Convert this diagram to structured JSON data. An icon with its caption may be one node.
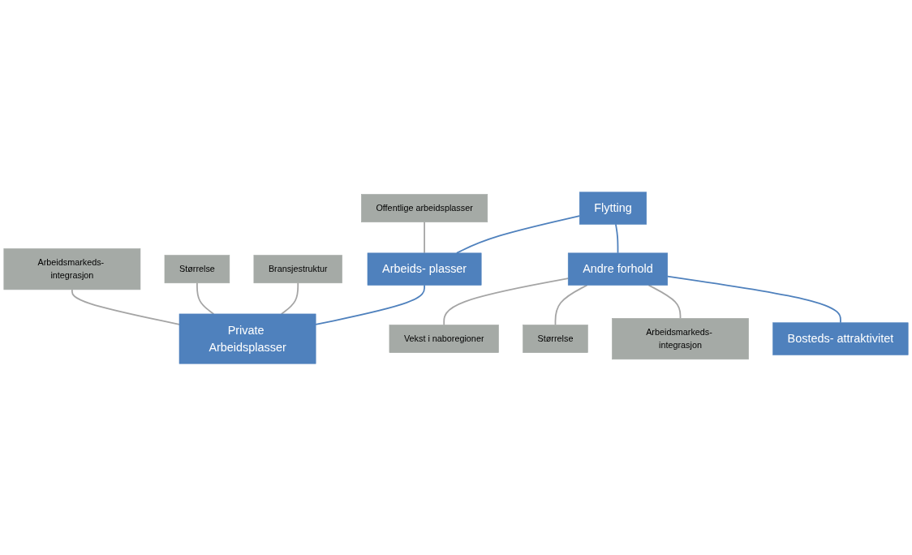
{
  "diagram": {
    "nodes": [
      {
        "text": [
          "Flytting"
        ]
      },
      {
        "text": [
          "Arbeids- plasser"
        ]
      },
      {
        "text": [
          "Offentlige arbeidsplasser"
        ]
      },
      {
        "text": [
          "Private Arbeidsplasser"
        ]
      },
      {
        "text": [
          "Bransjestruktur"
        ]
      },
      {
        "text": [
          "Størrelse"
        ]
      },
      {
        "text": [
          "Arbeidsmarkeds- integrasjon"
        ]
      },
      {
        "text": [
          "Andre forhold"
        ]
      },
      {
        "text": [
          "Vekst i naboregioner"
        ]
      },
      {
        "text": [
          "Størrelse"
        ]
      },
      {
        "text": [
          "Arbeidsmarkeds- integrasjon"
        ]
      },
      {
        "text": [
          "Bosteds- attraktivitet"
        ]
      }
    ],
    "edges": [
      {
        "from": 0,
        "to": 1,
        "arrow": "none",
        "color": "#4f81bd"
      },
      {
        "from": 0,
        "to": 7,
        "arrow": "none",
        "color": "#4f81bd"
      },
      {
        "from": 2,
        "to": 1,
        "arrow": "none"
      },
      {
        "from": 1,
        "to": 3,
        "arrow": "none",
        "color": "#4f81bd"
      },
      {
        "from": 4,
        "to": 3,
        "arrow": "none"
      },
      {
        "from": 5,
        "to": 3,
        "arrow": "none"
      },
      {
        "from": 6,
        "to": 3,
        "arrow": "none"
      },
      {
        "from": 7,
        "to": 8,
        "arrow": "none"
      },
      {
        "from": 7,
        "to": 9,
        "arrow": "none"
      },
      {
        "from": 7,
        "to": 10,
        "arrow": "none"
      },
      {
        "from": 7,
        "to": 11,
        "arrow": "none",
        "color": "#4f81bd"
      }
    ]
  }
}
